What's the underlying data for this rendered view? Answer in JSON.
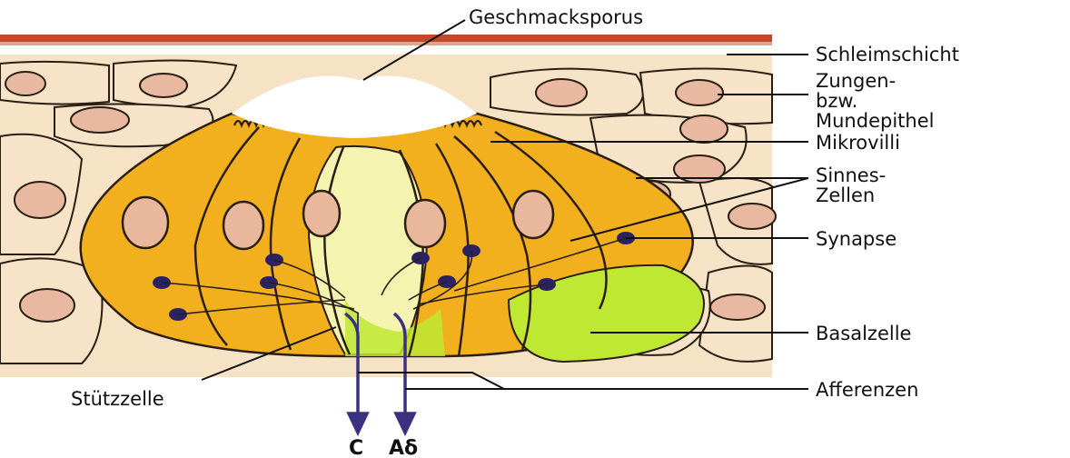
{
  "diagram": {
    "labels": {
      "geschmacksporus": "Geschmacksporus",
      "schleimschicht": "Schleimschicht",
      "zungen_line1": "Zungen-",
      "zungen_line2": "bzw.",
      "zungen_line3": "Mundepithel",
      "mikrovilli": "Mikrovilli",
      "sinnes_line1": "Sinnes-",
      "sinnes_line2": "Zellen",
      "synapse": "Synapse",
      "basalzelle": "Basalzelle",
      "afferenzen": "Afferenzen",
      "stuetzzelle": "Stützzelle",
      "fiber_c": "C",
      "fiber_adelta": "Aδ"
    },
    "colors": {
      "mucus_band": "#c0492b",
      "epithelium": "#f6e2c4",
      "epithelium_nucleus": "#e8b8a0",
      "sensory_cell": "#f2b01e",
      "support_cell": "#f4f3b0",
      "basal_cell": "#bfe832",
      "nucleus": "#e9b79c",
      "synapse_dot": "#2b2262",
      "nerve_fiber": "#3a3280",
      "outline": "#2a1e14"
    }
  }
}
